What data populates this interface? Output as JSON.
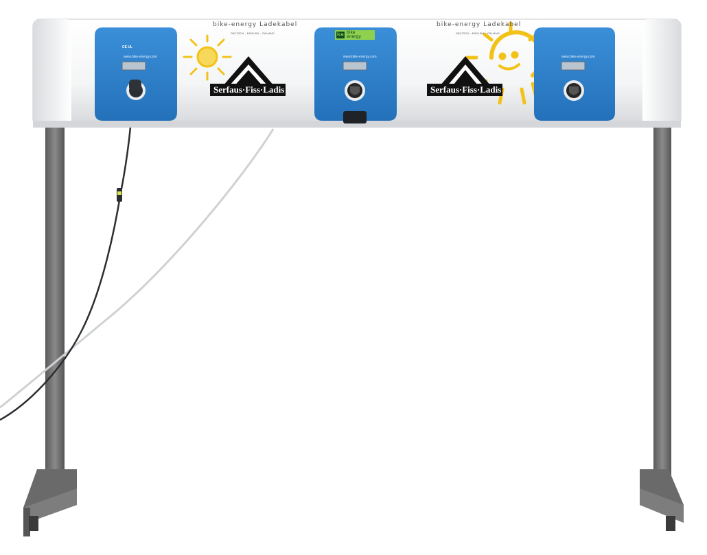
{
  "station": {
    "title_left": "bike-energy Ladekabel",
    "title_right": "bike-energy Ladekabel",
    "subtitle_left": "DEUTSCH – ENGLISH – ITALIANO",
    "subtitle_right": "DEUTSCH – ENGLISH – ITALIANO",
    "brand_logo_left": "Serfaus·Fiss·Ladis",
    "brand_logo_right": "Serfaus·Fiss·Ladis",
    "colors": {
      "panel": "#f4f5f6",
      "module_blue": "#2f7fc8",
      "sun_yellow": "#f2c218",
      "frame_gray": "#6b6b6b",
      "badge_green": "#8fd14f"
    }
  },
  "modules": [
    {
      "id": "left",
      "url": "www.bike-energy.com",
      "marks": "CE  UL",
      "socket_state": "plugged",
      "screen_icon": "lcd-display-icon"
    },
    {
      "id": "center",
      "url": "www.bike-energy.com",
      "badge_top": "ice",
      "badge_line1": "bike",
      "badge_line2": "energy",
      "socket_state": "empty",
      "screen_icon": "lcd-display-icon"
    },
    {
      "id": "right",
      "url": "www.bike-energy.com",
      "socket_state": "empty",
      "screen_icon": "lcd-display-icon"
    }
  ]
}
